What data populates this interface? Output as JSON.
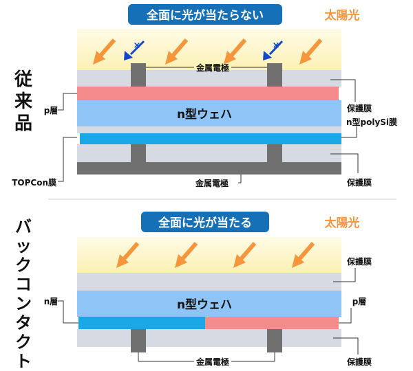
{
  "colors": {
    "banner": "#1570b8",
    "sunlight": "#f5963c",
    "sky_top": "#fffbe6",
    "sky_bottom": "#fbf1b4",
    "protective": "#d6dbe3",
    "electrode": "#707070",
    "n_wafer": "#8ec5f6",
    "p_layer": "#f58c8c",
    "n_layer": "#1aa7e8",
    "blocked": "#1148c8",
    "leader": "#333333"
  },
  "conventional": {
    "side_label": "従来品",
    "banner": "全面に光が当たらない",
    "sunlight_label": "太陽光",
    "front_electrode_label": "金属電極",
    "p_layer_label": "p層",
    "protective_label_front": "保護膜",
    "wafer_label": "n型ウェハ",
    "poly_label": "n型polySi膜",
    "topcon_label": "TOPCon膜",
    "back_electrode_label": "金属電極",
    "protective_label_back": "保護膜",
    "blocked_mark": "×"
  },
  "back_contact": {
    "side_label": "バックコンタクト",
    "banner": "全面に光が当たる",
    "sunlight_label": "太陽光",
    "protective_label_front": "保護膜",
    "n_layer_label": "n層",
    "wafer_label": "n型ウェハ",
    "p_layer_label": "p層",
    "electrode_label": "金属電極",
    "protective_label_back": "保護膜"
  }
}
